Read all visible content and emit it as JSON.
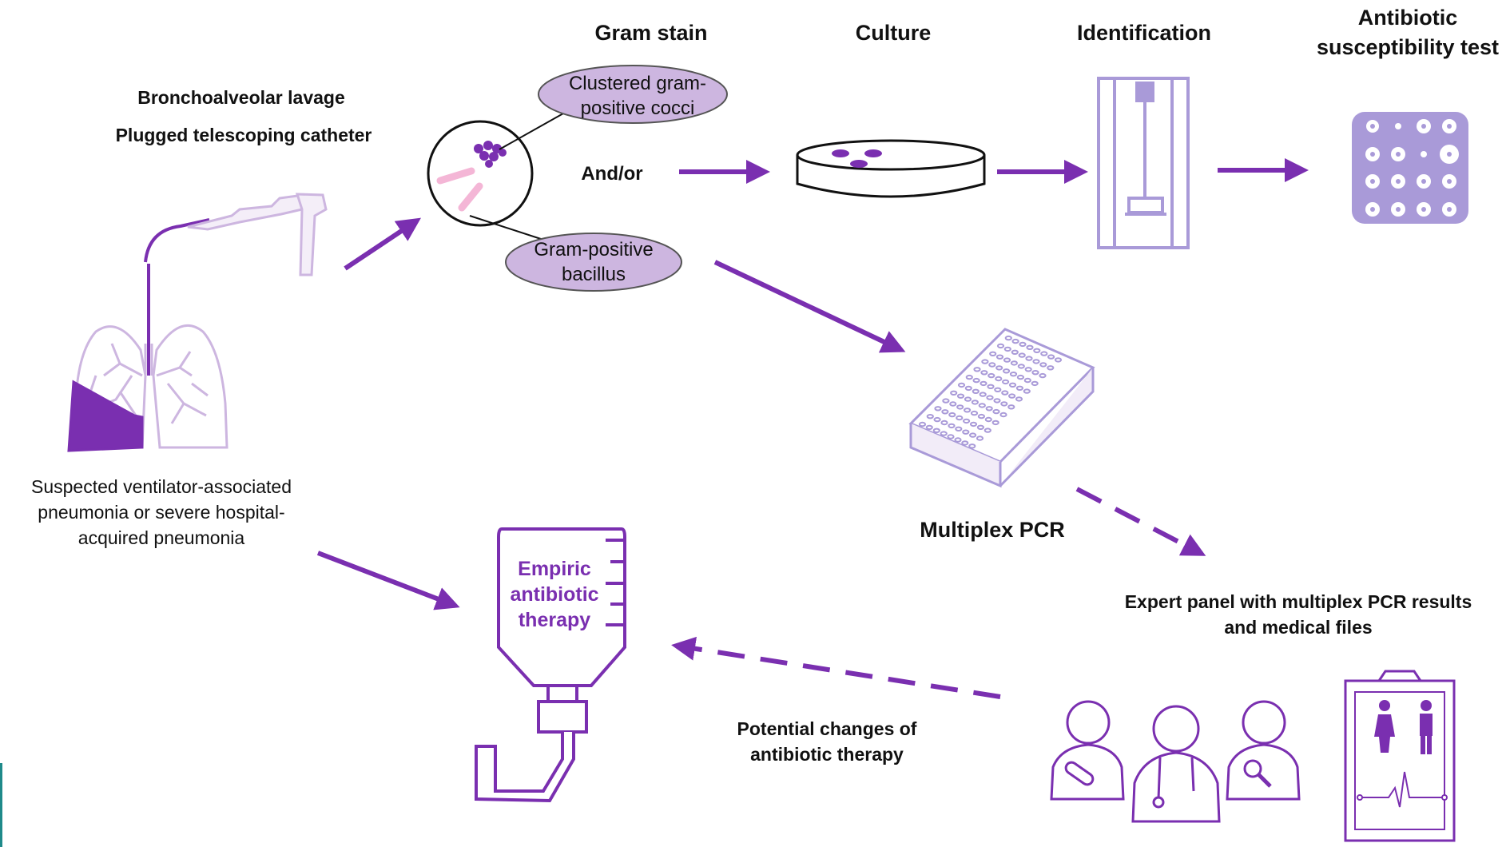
{
  "headings": {
    "gram_stain": "Gram stain",
    "culture": "Culture",
    "identification": "Identification",
    "ast_line1": "Antibiotic",
    "ast_line2": "susceptibility test"
  },
  "sampling": {
    "bal": "Bronchoalveolar lavage",
    "ptc": "Plugged telescoping catheter"
  },
  "gram_results": {
    "cocci_line1": "Clustered gram-",
    "cocci_line2": "positive cocci",
    "and_or": "And/or",
    "bacillus_line1": "Gram-positive",
    "bacillus_line2": "bacillus"
  },
  "patient": {
    "line1": "Suspected ventilator-associated",
    "line2": "pneumonia or severe hospital-",
    "line3": "acquired pneumonia"
  },
  "therapy": {
    "line1": "Empiric",
    "line2": "antibiotic",
    "line3": "therapy"
  },
  "pcr": {
    "label": "Multiplex PCR"
  },
  "expert": {
    "line1": "Expert panel with multiplex PCR results",
    "line2": "and medical files"
  },
  "changes": {
    "line1": "Potential changes of",
    "line2": "antibiotic therapy"
  },
  "colors": {
    "purple": "#7a2fb0",
    "lavender": "#cdb6e0",
    "light_purple": "#a99ad8"
  }
}
